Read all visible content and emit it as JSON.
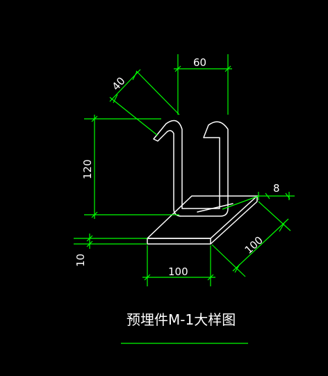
{
  "title": "预埋件M-1大样图",
  "dimensions": {
    "width_top": "60",
    "hook": "40",
    "height": "120",
    "bar_dia": "8",
    "plate_depth": "100",
    "plate_width": "100",
    "plate_thickness": "10"
  },
  "colors": {
    "background": "#000000",
    "dimension_lines": "#00ff00",
    "object_lines": "#ffffff",
    "text": "#ffffff",
    "underline": "#00ff00"
  }
}
